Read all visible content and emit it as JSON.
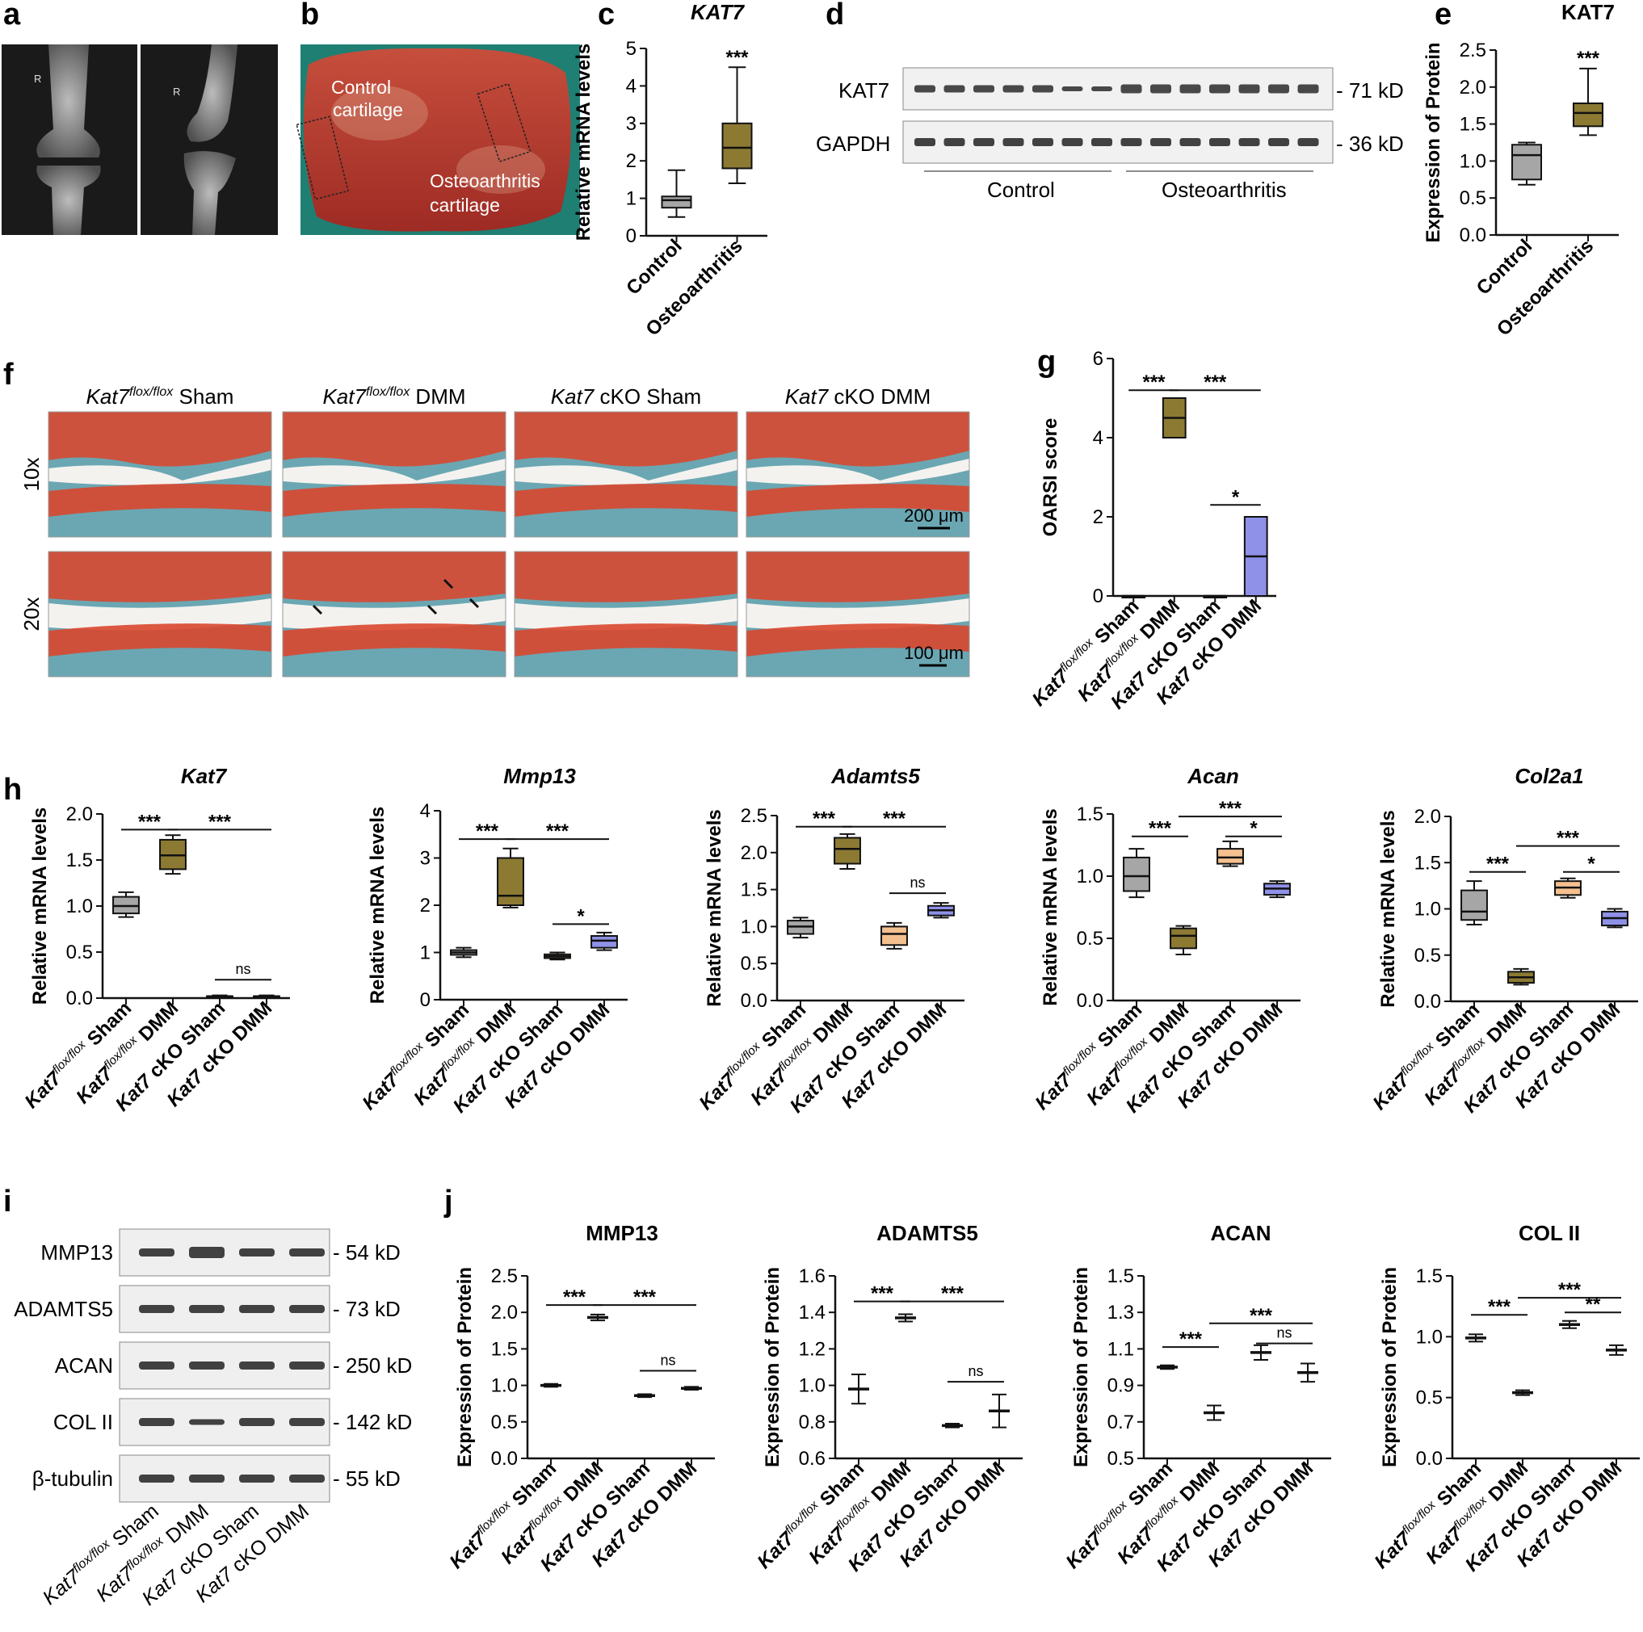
{
  "colors": {
    "gray": "#a6a6a6",
    "olive": "#8c7a33",
    "peach": "#f4c08f",
    "lavender": "#8f91e8",
    "safranin": "#d9472e",
    "fastgreen": "#6aa7b3",
    "photo_red": "#b9332b",
    "teal_bg": "#1f7f73"
  },
  "panel_letters": [
    "a",
    "b",
    "c",
    "d",
    "e",
    "f",
    "g",
    "h",
    "i",
    "j"
  ],
  "xray": {
    "marker_left": "R",
    "marker_right": "R"
  },
  "photo": {
    "label_control": [
      "Control",
      "cartilage"
    ],
    "label_oa": [
      "Osteoarthritis",
      "cartilage"
    ]
  },
  "western_d": {
    "bands": [
      "KAT7",
      "GAPDH"
    ],
    "sizes": [
      "- 71 kD",
      "- 36 kD"
    ],
    "groups": [
      "Control",
      "Osteoarthritis"
    ]
  },
  "histology": {
    "col_labels": [
      {
        "gene": "Kat7",
        "sup": "flox/flox",
        "rest": " Sham"
      },
      {
        "gene": "Kat7",
        "sup": "flox/flox",
        "rest": " DMM"
      },
      {
        "gene": "Kat7",
        "sup": "",
        "rest": " cKO Sham"
      },
      {
        "gene": "Kat7",
        "sup": "",
        "rest": " cKO DMM"
      }
    ],
    "row_labels": [
      "10x",
      "20x"
    ],
    "scalebars": [
      "200 μm",
      "100 μm"
    ]
  },
  "group_tick_labels": {
    "four": [
      {
        "g": "Kat7",
        "s": "flox/flox",
        "r": " Sham"
      },
      {
        "g": "Kat7",
        "s": "flox/flox",
        "r": " DMM"
      },
      {
        "g": "Kat7",
        "s": "",
        "r": " cKO Sham"
      },
      {
        "g": "Kat7",
        "s": "",
        "r": " cKO DMM"
      }
    ],
    "two": [
      "Control",
      "Osteoarthritis"
    ]
  },
  "western_i": {
    "bands": [
      "MMP13",
      "ADAMTS5",
      "ACAN",
      "COL II",
      "β-tubulin"
    ],
    "sizes": [
      "- 54 kD",
      "- 73 kD",
      "- 250 kD",
      "- 142 kD",
      "- 55 kD"
    ]
  },
  "chart_data": [
    {
      "id": "c",
      "type": "box",
      "title": "KAT7",
      "title_italic": true,
      "ylabel": "Relative mRNA levels",
      "ylim": [
        0,
        5
      ],
      "yticks": [
        "0",
        "1",
        "2",
        "3",
        "4",
        "5"
      ],
      "categories": [
        "Control",
        "Osteoarthritis"
      ],
      "boxes": [
        {
          "min": 0.5,
          "q1": 0.75,
          "median": 0.95,
          "q3": 1.05,
          "max": 1.75
        },
        {
          "min": 1.4,
          "q1": 1.8,
          "median": 2.35,
          "q3": 3.0,
          "max": 4.5
        }
      ],
      "fills": [
        "gray",
        "olive"
      ],
      "annotations": [
        {
          "text": "***",
          "at": 1,
          "y": 4.55
        }
      ]
    },
    {
      "id": "e",
      "type": "box",
      "title": "KAT7",
      "title_italic": false,
      "ylabel": "Expression of Protein",
      "ylim": [
        0,
        2.5
      ],
      "yticks": [
        "0.0",
        "0.5",
        "1.0",
        "1.5",
        "2.0",
        "2.5"
      ],
      "categories": [
        "Control",
        "Osteoarthritis"
      ],
      "boxes": [
        {
          "min": 0.68,
          "q1": 0.75,
          "median": 1.08,
          "q3": 1.22,
          "max": 1.25
        },
        {
          "min": 1.35,
          "q1": 1.47,
          "median": 1.65,
          "q3": 1.78,
          "max": 2.25
        }
      ],
      "fills": [
        "gray",
        "olive"
      ],
      "annotations": [
        {
          "text": "***",
          "at": 1,
          "y": 2.28
        }
      ]
    },
    {
      "id": "g",
      "type": "box",
      "title": "",
      "ylabel": "OARSI score",
      "ylim": [
        0,
        6
      ],
      "yticks": [
        "0",
        "2",
        "4",
        "6"
      ],
      "categories": [
        "Kat7 flox/flox Sham",
        "Kat7 flox/flox DMM",
        "Kat7 cKO Sham",
        "Kat7 cKO DMM"
      ],
      "boxes": [
        {
          "min": 0,
          "q1": 0,
          "median": 0,
          "q3": 0,
          "max": 0
        },
        {
          "min": 4,
          "q1": 4,
          "median": 4.5,
          "q3": 5,
          "max": 5
        },
        {
          "min": 0,
          "q1": 0,
          "median": 0,
          "q3": 0,
          "max": 0
        },
        {
          "min": 0,
          "q1": 0,
          "median": 1,
          "q3": 2,
          "max": 2
        }
      ],
      "fills": [
        "gray",
        "olive",
        "peach",
        "lavender"
      ],
      "annotations": [
        {
          "text": "***",
          "from": 0,
          "to": 1,
          "y": 5.2
        },
        {
          "text": "***",
          "from": 1,
          "to": 3,
          "y": 5.2
        },
        {
          "text": "*",
          "from": 2,
          "to": 3,
          "y": 2.3
        }
      ]
    },
    {
      "id": "h1",
      "type": "box",
      "title": "Kat7",
      "title_italic": true,
      "ylabel": "Relative mRNA levels",
      "ylim": [
        0,
        2.0
      ],
      "yticks": [
        "0.0",
        "0.5",
        "1.0",
        "1.5",
        "2.0"
      ],
      "categories": [
        "Kat7 flox/flox Sham",
        "Kat7 flox/flox DMM",
        "Kat7 cKO Sham",
        "Kat7 cKO DMM"
      ],
      "boxes": [
        {
          "min": 0.88,
          "q1": 0.92,
          "median": 1.0,
          "q3": 1.1,
          "max": 1.15
        },
        {
          "min": 1.35,
          "q1": 1.4,
          "median": 1.55,
          "q3": 1.72,
          "max": 1.77
        },
        {
          "min": 0.01,
          "q1": 0.01,
          "median": 0.02,
          "q3": 0.02,
          "max": 0.03
        },
        {
          "min": 0.01,
          "q1": 0.01,
          "median": 0.02,
          "q3": 0.02,
          "max": 0.03
        }
      ],
      "fills": [
        "gray",
        "olive",
        "peach",
        "lavender"
      ],
      "annotations": [
        {
          "text": "***",
          "from": 0,
          "to": 1,
          "y": 1.83
        },
        {
          "text": "***",
          "from": 1,
          "to": 3,
          "y": 1.83
        },
        {
          "text": "ns",
          "from": 2,
          "to": 3,
          "y": 0.2
        }
      ]
    },
    {
      "id": "h2",
      "type": "box",
      "title": "Mmp13",
      "title_italic": true,
      "ylabel": "Relative mRNA levels",
      "ylim": [
        0,
        4
      ],
      "yticks": [
        "0",
        "1",
        "2",
        "3",
        "4"
      ],
      "categories": [
        "Kat7 flox/flox Sham",
        "Kat7 flox/flox DMM",
        "Kat7 cKO Sham",
        "Kat7 cKO DMM"
      ],
      "boxes": [
        {
          "min": 0.9,
          "q1": 0.95,
          "median": 1.0,
          "q3": 1.05,
          "max": 1.1
        },
        {
          "min": 1.95,
          "q1": 2.0,
          "median": 2.2,
          "q3": 3.0,
          "max": 3.2
        },
        {
          "min": 0.85,
          "q1": 0.88,
          "median": 0.92,
          "q3": 0.96,
          "max": 1.0
        },
        {
          "min": 1.05,
          "q1": 1.1,
          "median": 1.25,
          "q3": 1.35,
          "max": 1.42
        }
      ],
      "fills": [
        "gray",
        "olive",
        "peach",
        "lavender"
      ],
      "annotations": [
        {
          "text": "***",
          "from": 0,
          "to": 1,
          "y": 3.4
        },
        {
          "text": "***",
          "from": 1,
          "to": 3,
          "y": 3.4
        },
        {
          "text": "*",
          "from": 2,
          "to": 3,
          "y": 1.6
        }
      ]
    },
    {
      "id": "h3",
      "type": "box",
      "title": "Adamts5",
      "title_italic": true,
      "ylabel": "Relative mRNA levels",
      "ylim": [
        0,
        2.5
      ],
      "yticks": [
        "0.0",
        "0.5",
        "1.0",
        "1.5",
        "2.0",
        "2.5"
      ],
      "categories": [
        "Kat7 flox/flox Sham",
        "Kat7 flox/flox DMM",
        "Kat7 cKO Sham",
        "Kat7 cKO DMM"
      ],
      "boxes": [
        {
          "min": 0.85,
          "q1": 0.9,
          "median": 1.0,
          "q3": 1.08,
          "max": 1.12
        },
        {
          "min": 1.78,
          "q1": 1.85,
          "median": 2.05,
          "q3": 2.2,
          "max": 2.25
        },
        {
          "min": 0.7,
          "q1": 0.75,
          "median": 0.9,
          "q3": 1.0,
          "max": 1.05
        },
        {
          "min": 1.12,
          "q1": 1.15,
          "median": 1.22,
          "q3": 1.28,
          "max": 1.32
        }
      ],
      "fills": [
        "gray",
        "olive",
        "peach",
        "lavender"
      ],
      "annotations": [
        {
          "text": "***",
          "from": 0,
          "to": 1,
          "y": 2.35
        },
        {
          "text": "***",
          "from": 1,
          "to": 3,
          "y": 2.35
        },
        {
          "text": "ns",
          "from": 2,
          "to": 3,
          "y": 1.45
        }
      ]
    },
    {
      "id": "h4",
      "type": "box",
      "title": "Acan",
      "title_italic": true,
      "ylabel": "Relative mRNA levels",
      "ylim": [
        0,
        1.5
      ],
      "yticks": [
        "0.0",
        "0.5",
        "1.0",
        "1.5"
      ],
      "categories": [
        "Kat7 flox/flox Sham",
        "Kat7 flox/flox DMM",
        "Kat7 cKO Sham",
        "Kat7 cKO DMM"
      ],
      "boxes": [
        {
          "min": 0.83,
          "q1": 0.88,
          "median": 1.0,
          "q3": 1.15,
          "max": 1.22
        },
        {
          "min": 0.37,
          "q1": 0.42,
          "median": 0.52,
          "q3": 0.58,
          "max": 0.6
        },
        {
          "min": 1.08,
          "q1": 1.1,
          "median": 1.15,
          "q3": 1.22,
          "max": 1.28
        },
        {
          "min": 0.83,
          "q1": 0.85,
          "median": 0.9,
          "q3": 0.94,
          "max": 0.96
        }
      ],
      "fills": [
        "gray",
        "olive",
        "peach",
        "lavender"
      ],
      "annotations": [
        {
          "text": "***",
          "from": 0,
          "to": 1,
          "y": 1.32
        },
        {
          "text": "***",
          "from": 1,
          "to": 3,
          "y": 1.48
        },
        {
          "text": "*",
          "from": 2,
          "to": 3,
          "y": 1.32
        }
      ]
    },
    {
      "id": "h5",
      "type": "box",
      "title": "Col2a1",
      "title_italic": true,
      "ylabel": "Relative mRNA levels",
      "ylim": [
        0,
        2.0
      ],
      "yticks": [
        "0.0",
        "0.5",
        "1.0",
        "1.5",
        "2.0"
      ],
      "categories": [
        "Kat7 flox/flox Sham",
        "Kat7 flox/flox DMM",
        "Kat7 cKO Sham",
        "Kat7 cKO DMM"
      ],
      "boxes": [
        {
          "min": 0.83,
          "q1": 0.88,
          "median": 0.97,
          "q3": 1.2,
          "max": 1.3
        },
        {
          "min": 0.18,
          "q1": 0.2,
          "median": 0.26,
          "q3": 0.32,
          "max": 0.35
        },
        {
          "min": 1.12,
          "q1": 1.15,
          "median": 1.23,
          "q3": 1.3,
          "max": 1.33
        },
        {
          "min": 0.8,
          "q1": 0.82,
          "median": 0.9,
          "q3": 0.97,
          "max": 1.0
        }
      ],
      "fills": [
        "gray",
        "olive",
        "peach",
        "lavender"
      ],
      "annotations": [
        {
          "text": "***",
          "from": 0,
          "to": 1,
          "y": 1.4
        },
        {
          "text": "***",
          "from": 1,
          "to": 3,
          "y": 1.68
        },
        {
          "text": "*",
          "from": 2,
          "to": 3,
          "y": 1.4
        }
      ]
    },
    {
      "id": "j1",
      "type": "errorbar",
      "title": "MMP13",
      "ylabel": "Expression of Protein",
      "ylim": [
        0,
        2.5
      ],
      "yticks": [
        "0.0",
        "0.5",
        "1.0",
        "1.5",
        "2.0",
        "2.5"
      ],
      "categories": [
        "Kat7 flox/flox Sham",
        "Kat7 flox/flox DMM",
        "Kat7 cKO Sham",
        "Kat7 cKO DMM"
      ],
      "means": [
        1.0,
        1.93,
        0.86,
        0.96
      ],
      "errors": [
        0.02,
        0.04,
        0.02,
        0.02
      ],
      "annotations": [
        {
          "text": "***",
          "from": 0,
          "to": 1,
          "y": 2.1
        },
        {
          "text": "***",
          "from": 1,
          "to": 3,
          "y": 2.1
        },
        {
          "text": "ns",
          "from": 2,
          "to": 3,
          "y": 1.2
        }
      ]
    },
    {
      "id": "j2",
      "type": "errorbar",
      "title": "ADAMTS5",
      "ylabel": "Expression of Protein",
      "ylim": [
        0.6,
        1.6
      ],
      "yticks": [
        "0.6",
        "0.8",
        "1.0",
        "1.2",
        "1.4",
        "1.6"
      ],
      "categories": [
        "Kat7 flox/flox Sham",
        "Kat7 flox/flox DMM",
        "Kat7 cKO Sham",
        "Kat7 cKO DMM"
      ],
      "means": [
        0.98,
        1.37,
        0.78,
        0.86
      ],
      "errors": [
        0.08,
        0.02,
        0.01,
        0.09
      ],
      "annotations": [
        {
          "text": "***",
          "from": 0,
          "to": 1,
          "y": 1.46
        },
        {
          "text": "***",
          "from": 1,
          "to": 3,
          "y": 1.46
        },
        {
          "text": "ns",
          "from": 2,
          "to": 3,
          "y": 1.02
        }
      ]
    },
    {
      "id": "j3",
      "type": "errorbar",
      "title": "ACAN",
      "ylabel": "Expression of Protein",
      "ylim": [
        0.5,
        1.5
      ],
      "yticks": [
        "0.5",
        "0.7",
        "0.9",
        "1.1",
        "1.3",
        "1.5"
      ],
      "categories": [
        "Kat7 flox/flox Sham",
        "Kat7 flox/flox DMM",
        "Kat7 cKO Sham",
        "Kat7 cKO DMM"
      ],
      "means": [
        1.0,
        0.75,
        1.08,
        0.97
      ],
      "errors": [
        0.01,
        0.04,
        0.04,
        0.05
      ],
      "annotations": [
        {
          "text": "***",
          "from": 0,
          "to": 1,
          "y": 1.11
        },
        {
          "text": "***",
          "from": 1,
          "to": 3,
          "y": 1.24
        },
        {
          "text": "ns",
          "from": 2,
          "to": 3,
          "y": 1.13
        }
      ]
    },
    {
      "id": "j4",
      "type": "errorbar",
      "title": "COL II",
      "ylabel": "Expression of Protein",
      "ylim": [
        0,
        1.5
      ],
      "yticks": [
        "0.0",
        "0.5",
        "1.0",
        "1.5"
      ],
      "categories": [
        "Kat7 flox/flox Sham",
        "Kat7 flox/flox DMM",
        "Kat7 cKO Sham",
        "Kat7 cKO DMM"
      ],
      "means": [
        0.99,
        0.54,
        1.1,
        0.89
      ],
      "errors": [
        0.03,
        0.02,
        0.03,
        0.04
      ],
      "annotations": [
        {
          "text": "***",
          "from": 0,
          "to": 1,
          "y": 1.18
        },
        {
          "text": "***",
          "from": 1,
          "to": 3,
          "y": 1.32
        },
        {
          "text": "**",
          "from": 2,
          "to": 3,
          "y": 1.2
        }
      ]
    }
  ]
}
